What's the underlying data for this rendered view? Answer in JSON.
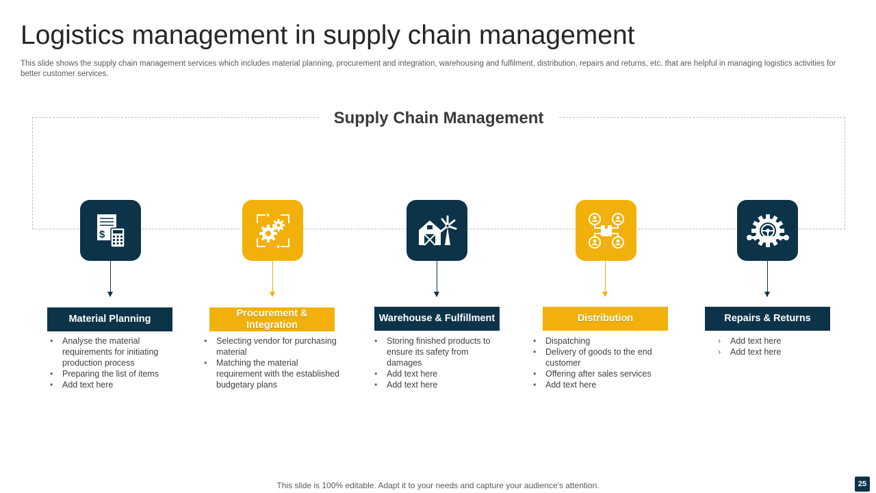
{
  "slide": {
    "title": "Logistics management in supply chain management",
    "subtitle": "This slide shows the supply chain management services which includes material planning, procurement and integration, warehousing and fulfilment, distribution, repairs and returns, etc. that are helpful in managing logistics activities for better customer services.",
    "frame_title": "Supply Chain Management",
    "footer": "This slide is 100% editable. Adapt it to your needs and capture your audience's attention.",
    "page_number": "25"
  },
  "colors": {
    "navy": "#0d3349",
    "gold": "#f2b10a"
  },
  "stages": [
    {
      "label": "Material Planning",
      "icon": "invoice-calculator-icon",
      "color": "navy",
      "bullet": "•",
      "items": [
        "Analyse the material requirements for initiating production process",
        "Preparing the list of items",
        "Add text here"
      ]
    },
    {
      "label": "Procurement & Integration",
      "icon": "gears-cycle-icon",
      "color": "gold",
      "bullet": "•",
      "items": [
        "Selecting vendor for purchasing material",
        "Matching the material requirement with the established budgetary plans"
      ]
    },
    {
      "label": "Warehouse & Fulfillment",
      "icon": "barn-windmill-icon",
      "color": "navy",
      "bullet": "•",
      "items": [
        "Storing finished products to ensure its safety from damages",
        "Add text here",
        "Add text here"
      ]
    },
    {
      "label": "Distribution",
      "icon": "distribution-network-icon",
      "color": "gold",
      "bullet": "•",
      "items": [
        "Dispatching",
        "Delivery of goods to the end customer",
        "Offering after sales services",
        "Add text here"
      ]
    },
    {
      "label": "Repairs & Returns",
      "icon": "gear-wrench-icon",
      "color": "navy",
      "bullet": "›",
      "items": [
        "Add text here",
        "Add text here"
      ]
    }
  ]
}
